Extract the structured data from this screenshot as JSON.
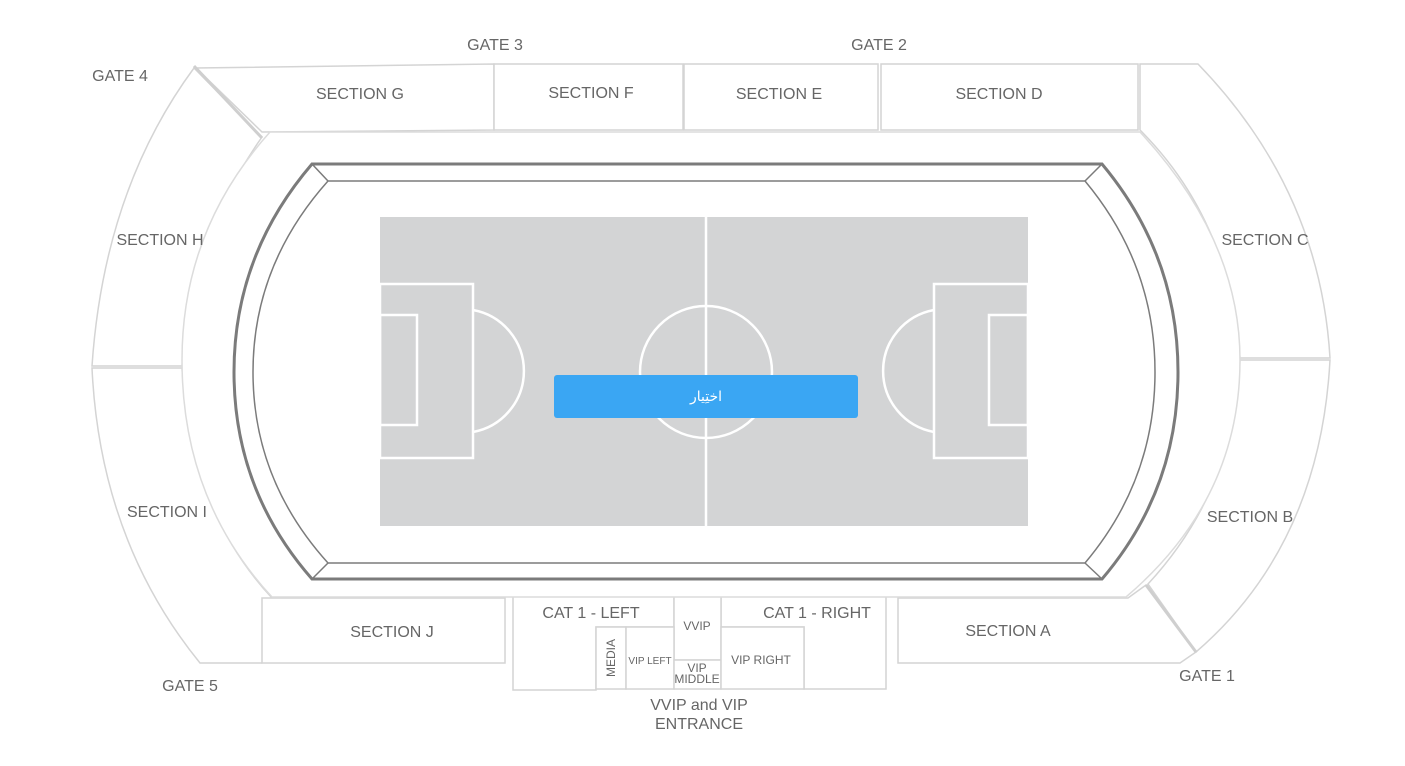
{
  "gates": {
    "gate1": "GATE 1",
    "gate2": "GATE 2",
    "gate3": "GATE 3",
    "gate4": "GATE 4",
    "gate5": "GATE 5"
  },
  "sections": {
    "a": "SECTION A",
    "b": "SECTION B",
    "c": "SECTION C",
    "d": "SECTION D",
    "e": "SECTION E",
    "f": "SECTION F",
    "g": "SECTION G",
    "h": "SECTION H",
    "i": "SECTION I",
    "j": "SECTION J"
  },
  "categories": {
    "cat1_left": "CAT 1 - LEFT",
    "cat1_right": "CAT 1 - RIGHT",
    "vvip": "VVIP",
    "vip_left": "VIP LEFT",
    "vip_right": "VIP RIGHT",
    "vip_middle_1": "VIP",
    "vip_middle_2": "MIDDLE",
    "media": "MEDIA"
  },
  "entrance": {
    "line1": "VVIP and VIP",
    "line2": "ENTRANCE"
  },
  "select_button": "اختِيار",
  "colors": {
    "pitch": "#d3d4d5",
    "section_stroke": "#d4d4d4",
    "track_stroke": "#7b7b7b",
    "button": "#3aa6f3",
    "label": "#666666"
  }
}
